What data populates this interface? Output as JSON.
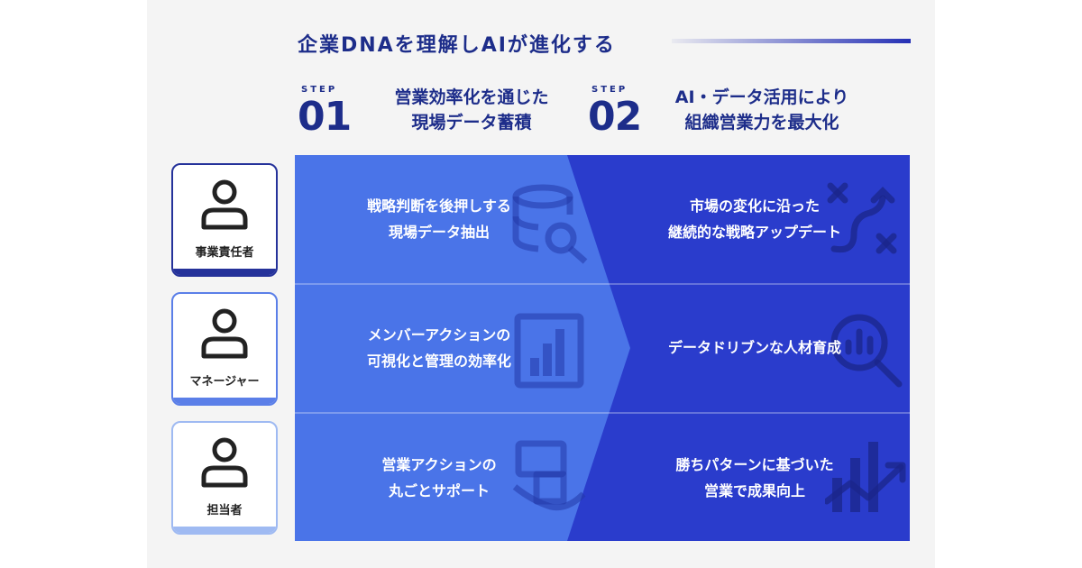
{
  "header": {
    "title": "企業DNAを理解しAIが進化する"
  },
  "steps": [
    {
      "label": "STEP",
      "number": "01",
      "line1": "営業効率化を通じた",
      "line2": "現場データ蓄積"
    },
    {
      "label": "STEP",
      "number": "02",
      "line1": "AI・データ活用により",
      "line2": "組織営業力を最大化"
    }
  ],
  "roles": [
    {
      "name": "事業責任者",
      "icon": "person-icon"
    },
    {
      "name": "マネージャー",
      "icon": "person-icon"
    },
    {
      "name": "担当者",
      "icon": "person-icon"
    }
  ],
  "matrix": [
    {
      "step1": {
        "line1": "戦略判断を後押しする",
        "line2": "現場データ抽出",
        "icon": "database-search-icon"
      },
      "step2": {
        "line1": "市場の変化に沿った",
        "line2": "継続的な戦略アップデート",
        "icon": "strategy-path-icon"
      }
    },
    {
      "step1": {
        "line1": "メンバーアクションの",
        "line2": "可視化と管理の効率化",
        "icon": "bar-chart-icon"
      },
      "step2": {
        "line1": "データドリブンな人材育成",
        "line2": "",
        "icon": "chart-search-icon"
      }
    },
    {
      "step1": {
        "line1": "営業アクションの",
        "line2": "丸ごとサポート",
        "icon": "support-box-icon"
      },
      "step2": {
        "line1": "勝ちパターンに基づいた",
        "line2": "営業で成果向上",
        "icon": "trend-up-icon"
      }
    }
  ],
  "colors": {
    "navy": "#1d2d8a",
    "step1_blue": "#4a74e8",
    "step2_blue": "#2a3ccc",
    "card_border_1": "#25329a",
    "card_border_2": "#5b7fe8",
    "card_border_3": "#9fbaf2"
  }
}
